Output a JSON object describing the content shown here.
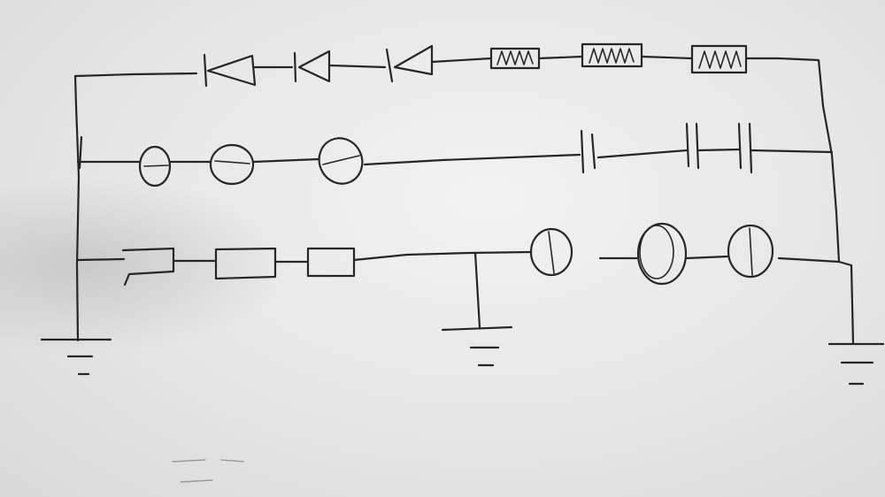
{
  "sheet": {
    "paper_color": "#e9e9e9",
    "ink_color": "#262626"
  },
  "circuit": {
    "rails": [
      "left-rail",
      "right-rail"
    ],
    "branches": [
      {
        "id": "top-branch",
        "components": [
          "diode",
          "diode",
          "diode",
          "inductor",
          "inductor",
          "inductor"
        ]
      },
      {
        "id": "middle-branch",
        "components": [
          "lamp",
          "lamp",
          "lamp",
          "capacitor",
          "capacitor",
          "capacitor"
        ]
      },
      {
        "id": "bottom-branch",
        "components": [
          "resistor",
          "resistor",
          "resistor",
          "ground-tap",
          "lamp",
          "lamp",
          "lamp"
        ]
      }
    ],
    "grounds": [
      "left-ground",
      "center-ground",
      "right-ground"
    ]
  }
}
